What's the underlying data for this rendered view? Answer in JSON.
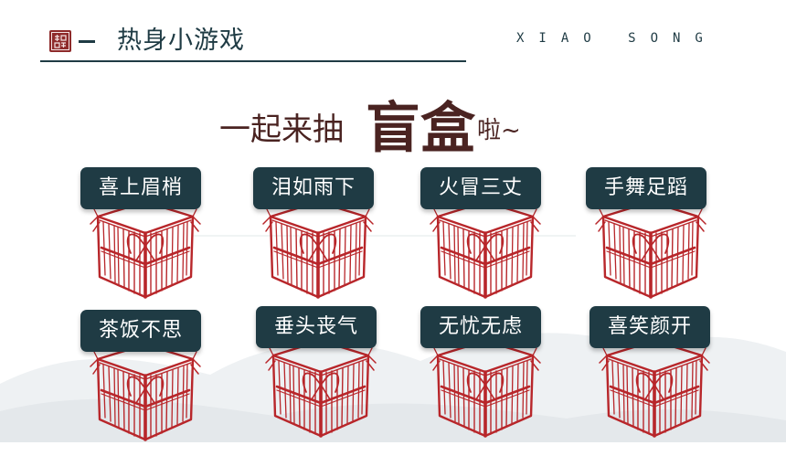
{
  "header": {
    "title": "热身小游戏",
    "brand": "XIAO SONG"
  },
  "headline": {
    "prefix": "一起来抽",
    "emphasis": "盲盒",
    "suffix": "啦~"
  },
  "boxes": [
    {
      "label": "喜上眉梢"
    },
    {
      "label": "泪如雨下"
    },
    {
      "label": "火冒三丈"
    },
    {
      "label": "手舞足蹈"
    },
    {
      "label": "茶饭不思"
    },
    {
      "label": "垂头丧气"
    },
    {
      "label": "无忧无虑"
    },
    {
      "label": "喜笑颜开"
    }
  ],
  "colors": {
    "accent": "#1f3b44",
    "gift_red": "#b8262a",
    "headline": "#4a2321"
  },
  "icons": {
    "seal": "chinese-seal-icon",
    "box": "gift-box-icon"
  }
}
